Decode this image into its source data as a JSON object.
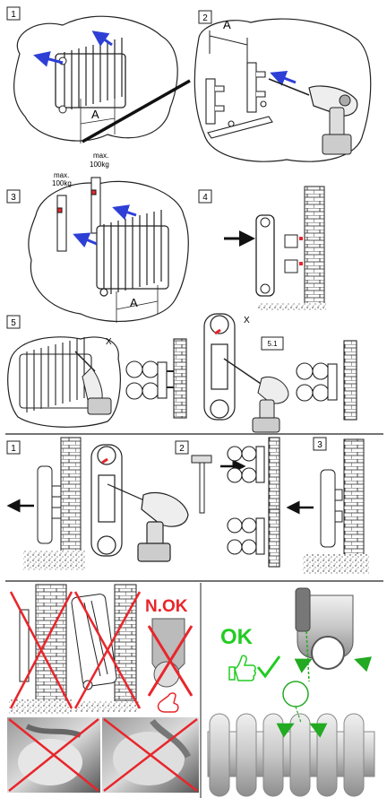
{
  "panels": {
    "p1": {
      "step": "1",
      "dim": "A"
    },
    "p2": {
      "step": "2",
      "dim": "A"
    },
    "p3": {
      "step": "3",
      "dim": "A",
      "load1": "max.",
      "load1b": "100kg",
      "load2": "max.",
      "load2b": "100kg"
    },
    "p4": {
      "step": "4"
    },
    "p5": {
      "step": "5",
      "mark1": "X",
      "mark2": "X",
      "sub": "5.1"
    },
    "r1": {
      "step": "1"
    },
    "r2": {
      "step": "2"
    },
    "r3": {
      "step": "3"
    }
  },
  "bottom": {
    "nok": "N.OK",
    "ok": "OK"
  },
  "colors": {
    "accent": "#2e3fd6",
    "bad": "#e8262b",
    "good": "#22cc22"
  }
}
